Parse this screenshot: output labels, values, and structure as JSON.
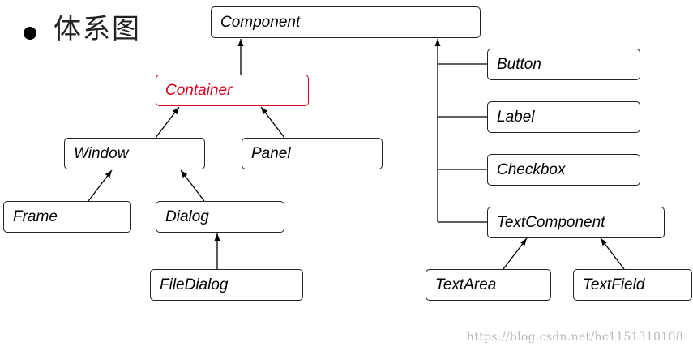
{
  "header": {
    "title": "体系图"
  },
  "nodes": {
    "component": "Component",
    "container": "Container",
    "window": "Window",
    "panel": "Panel",
    "frame": "Frame",
    "dialog": "Dialog",
    "filedialog": "FileDialog",
    "button": "Button",
    "label": "Label",
    "checkbox": "Checkbox",
    "textcomponent": "TextComponent",
    "textarea": "TextArea",
    "textfield": "TextField"
  },
  "colors": {
    "highlight": "#d9001b",
    "line": "#222222"
  },
  "watermark": "https://blog.csdn.net/hc1151310108"
}
